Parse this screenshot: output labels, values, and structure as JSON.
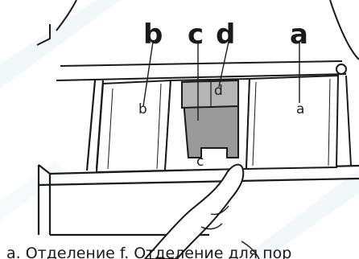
{
  "labels": {
    "b": "b",
    "c": "c",
    "d": "d",
    "a": "a"
  },
  "compartment_labels": {
    "b": "b",
    "d": "d",
    "a": "a",
    "c": "c"
  },
  "caption": "a. Отделение f. Отделение для пор"
}
